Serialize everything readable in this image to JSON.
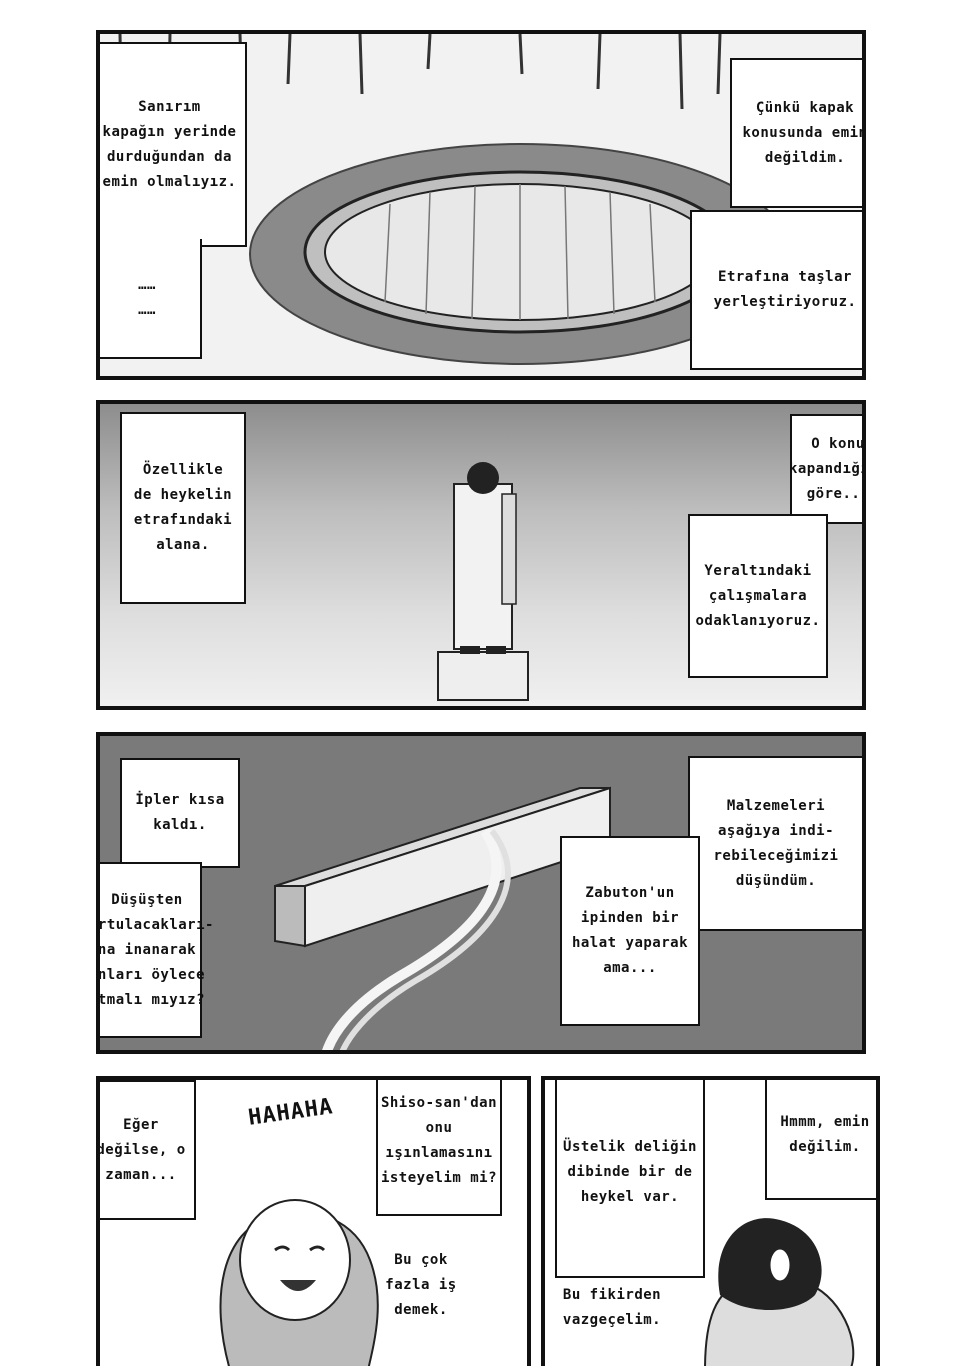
{
  "panel1": {
    "left_bubble": "Sanırım\nkapağın yerinde\ndurduğundan da\nemin olmalıyız.",
    "left_ellipsis": "……\n……",
    "right_top": "Çünkü kapak\nkonusunda emin\ndeğildim.",
    "right_bottom": "Etrafına taşlar\nyerleştiriyoruz."
  },
  "panel2": {
    "left_bubble": "Özellikle\nde heykelin\netrafındaki\nalana.",
    "right_top": "O konu\nkapandığına\ngöre...",
    "right_bottom": "Yeraltındaki\nçalışmalara\nodaklanıyoruz."
  },
  "panel3": {
    "left_top": "İpler kısa\nkaldı.",
    "left_bottom": "Düşüşten\nkurtulacakları-\nna inanarak\nonları öylece\natmalı mıyız?",
    "right_top": "Malzemeleri\naşağıya indi-\nrebileceğimizi\ndüşündüm.",
    "right_bottom": "Zabuton'un\nipinden bir\nhalat yaparak\nama..."
  },
  "panel4": {
    "left_bubble": "Eğer\ndeğilse, o\nzaman...",
    "sfx": "HAHAHA",
    "right_bubble": "Shiso-san'dan\nonu ışınlamasını\nisteyelim mi?",
    "bottom_bubble": "Bu çok\nfazla iş\ndemek."
  },
  "panel5": {
    "left_bubble": "Üstelik deliğin\ndibinde bir de\nheykel var.",
    "right_bubble": "Hmmm, emin\ndeğilim.",
    "bottom_bubble": "Bu fikirden\nvazgeçelim."
  }
}
